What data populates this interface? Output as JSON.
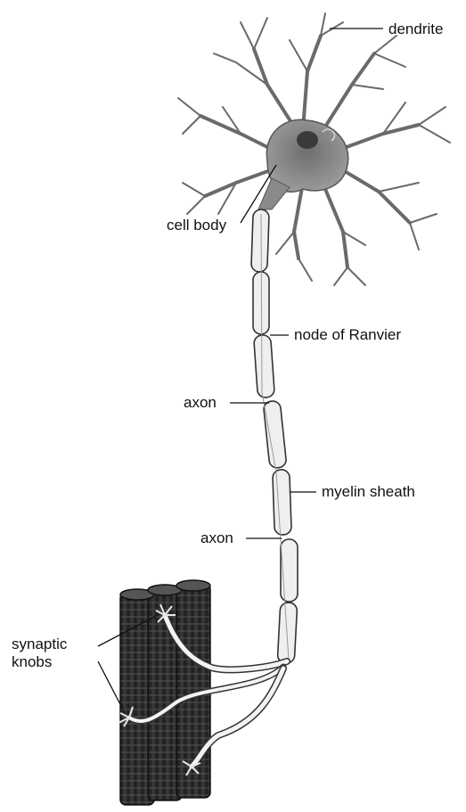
{
  "labels": {
    "dendrite": "dendrite",
    "cell_body": "cell body",
    "node_of_ranvier": "node of Ranvier",
    "axon_upper": "axon",
    "myelin_sheath": "myelin sheath",
    "axon_lower": "axon",
    "synaptic_line1": "synaptic",
    "synaptic_line2": "knobs"
  },
  "colors": {
    "ink": "#111111",
    "cell_fill": "#8a8a8a",
    "nucleus": "#3a3a3a",
    "sheath_fill": "#efefef",
    "muscle_fill": "#2b2b2b"
  }
}
